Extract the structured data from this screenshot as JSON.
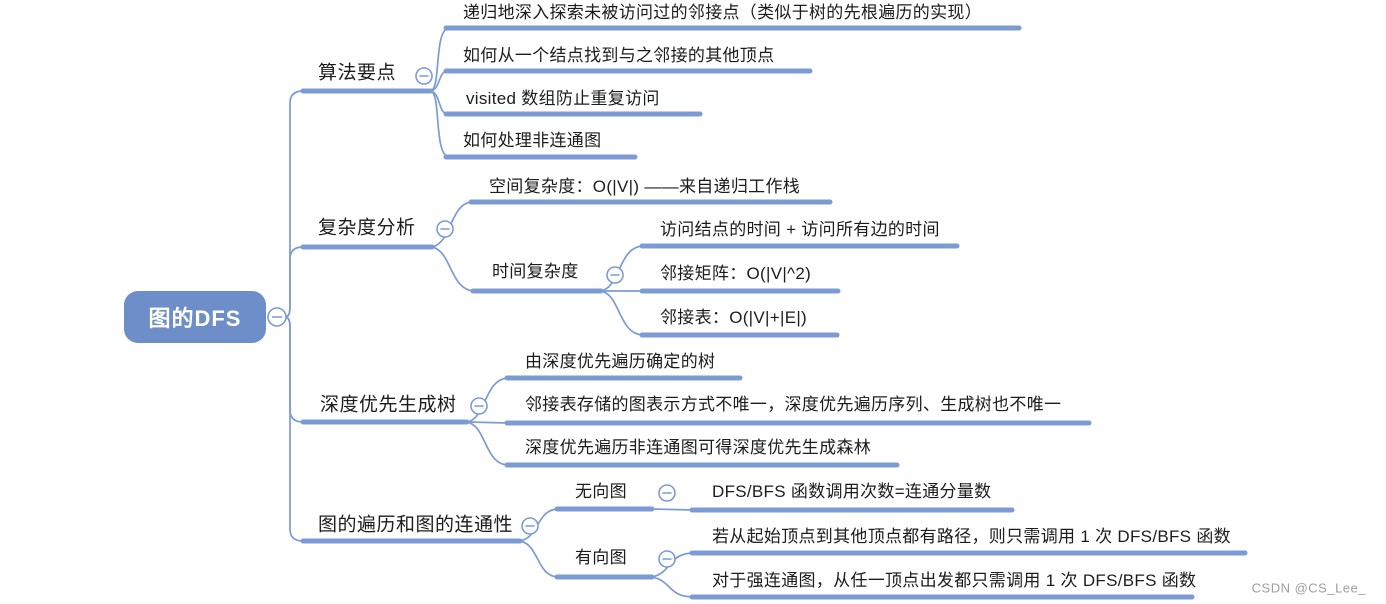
{
  "canvas": {
    "watermark": "CSDN @CS_Lee_"
  },
  "colors": {
    "line": "#7C9BD5",
    "root_fill": "#6D8EC9",
    "root_text": "#FFFFFF",
    "text": "#1C1C1C",
    "watermark": "#9E9E9E"
  },
  "mindmap": {
    "root": {
      "label": "图的DFS"
    },
    "branches": [
      {
        "label": "算法要点",
        "children": [
          {
            "label": "递归地深入探索未被访问过的邻接点（类似于树的先根遍历的实现）"
          },
          {
            "label": "如何从一个结点找到与之邻接的其他顶点"
          },
          {
            "label": "visited 数组防止重复访问"
          },
          {
            "label": "如何处理非连通图"
          }
        ]
      },
      {
        "label": "复杂度分析",
        "children": [
          {
            "label": "空间复杂度：O(|V|) ——来自递归工作栈"
          },
          {
            "label": "时间复杂度",
            "children": [
              {
                "label": "访问结点的时间 + 访问所有边的时间"
              },
              {
                "label": "邻接矩阵：O(|V|^2)"
              },
              {
                "label": "邻接表：O(|V|+|E|)"
              }
            ]
          }
        ]
      },
      {
        "label": "深度优先生成树",
        "children": [
          {
            "label": "由深度优先遍历确定的树"
          },
          {
            "label": "邻接表存储的图表示方式不唯一，深度优先遍历序列、生成树也不唯一"
          },
          {
            "label": "深度优先遍历非连通图可得深度优先生成森林"
          }
        ]
      },
      {
        "label": "图的遍历和图的连通性",
        "children": [
          {
            "label": "无向图",
            "children": [
              {
                "label": "DFS/BFS 函数调用次数=连通分量数"
              }
            ]
          },
          {
            "label": "有向图",
            "children": [
              {
                "label": "若从起始顶点到其他顶点都有路径，则只需调用 1 次 DFS/BFS 函数"
              },
              {
                "label": "对于强连通图，从任一顶点出发都只需调用 1 次 DFS/BFS 函数"
              }
            ]
          }
        ]
      }
    ]
  }
}
